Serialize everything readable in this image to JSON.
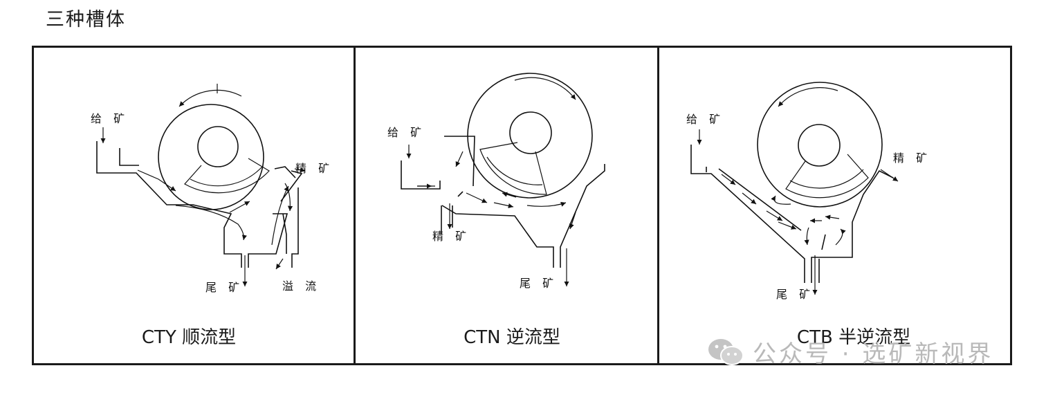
{
  "title": "三种槽体",
  "panels": [
    {
      "caption": "CTY 顺流型",
      "labels": {
        "feed": "给 矿",
        "concentrate": "精 矿",
        "tailings": "尾 矿",
        "overflow": "溢 流"
      }
    },
    {
      "caption": "CTN 逆流型",
      "labels": {
        "feed": "给 矿",
        "concentrate": "精 矿",
        "tailings": "尾 矿"
      }
    },
    {
      "caption": "CTB 半逆流型",
      "labels": {
        "feed": "给 矿",
        "concentrate": "精 矿",
        "tailings": "尾 矿"
      }
    }
  ],
  "watermark": {
    "text": "公众号 · 选矿新视界",
    "logo": "wechat-logo-icon"
  },
  "colors": {
    "line": "#111111",
    "watermark": "#b9b9b9"
  }
}
